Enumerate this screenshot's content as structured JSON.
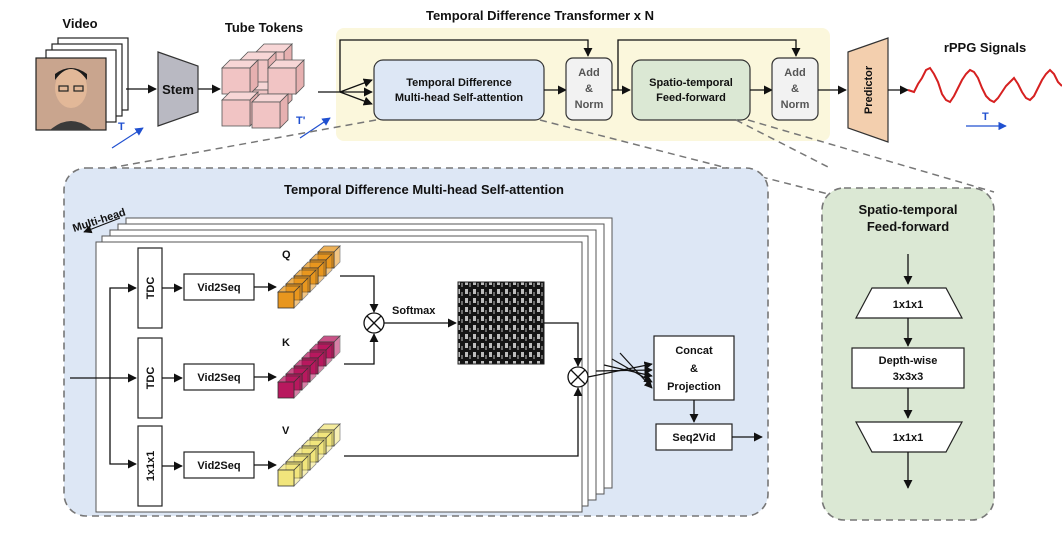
{
  "header": {
    "video_label": "Video",
    "tube_tokens_label": "Tube Tokens",
    "transformer_title": "Temporal Difference Transformer x N",
    "rppg_label": "rPPG Signals",
    "t_label": "T",
    "t_prime_label": "T'"
  },
  "pipeline": {
    "stem": "Stem",
    "tdmhsa_line1": "Temporal Difference",
    "tdmhsa_line2": "Multi-head Self-attention",
    "add_norm_1": [
      "Add",
      "&",
      "Norm"
    ],
    "stff_line1": "Spatio-temporal",
    "stff_line2": "Feed-forward",
    "add_norm_2": [
      "Add",
      "&",
      "Norm"
    ],
    "predictor": "Predictor"
  },
  "attention_panel": {
    "title": "Temporal Difference Multi-head Self-attention",
    "multi_head": "Multi-head",
    "tdc_top": "TDC",
    "tdc_mid": "TDC",
    "conv_1x1x1": "1x1x1",
    "vid2seq": [
      "Vid2Seq",
      "Vid2Seq",
      "Vid2Seq"
    ],
    "q": "Q",
    "k": "K",
    "v": "V",
    "softmax": "Softmax",
    "concat_line1": "Concat",
    "concat_line2": "&",
    "concat_line3": "Projection",
    "seq2vid": "Seq2Vid"
  },
  "ff_panel": {
    "title_line1": "Spatio-temporal",
    "title_line2": "Feed-forward",
    "conv_top": "1x1x1",
    "depthwise_line1": "Depth-wise",
    "depthwise_line2": "3x3x3",
    "conv_bottom": "1x1x1"
  },
  "colors": {
    "attention_blue": "#dde7f5",
    "ff_green": "#dbe8d4",
    "transformer_yellow": "#fbf7dc",
    "stem_gray": "#b9b9c2",
    "token_pink": "#f1c4c4",
    "predictor_orange": "#f3cfae",
    "q_orange": "#e8961e",
    "k_magenta": "#b8185e",
    "v_yellow": "#f1e57c",
    "signal_red": "#d62020",
    "axis_blue": "#2050d0"
  }
}
